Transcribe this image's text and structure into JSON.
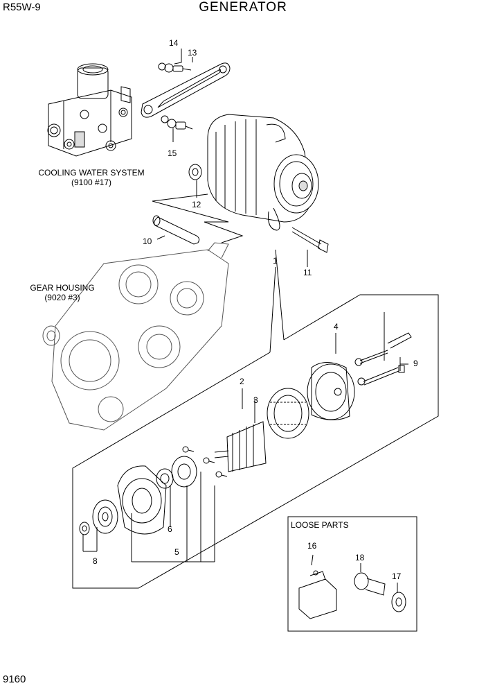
{
  "header": {
    "model": "R55W-9",
    "title": "GENERATOR"
  },
  "footer": {
    "page_number": "9160"
  },
  "references": {
    "cooling": {
      "line1": "COOLING WATER SYSTEM",
      "line2": "(9100 #17)"
    },
    "gear": {
      "line1": "GEAR HOUSING",
      "line2": "(9020 #3)"
    }
  },
  "loose_parts": {
    "title": "LOOSE PARTS"
  },
  "callouts": {
    "p1": "1",
    "p2": "2",
    "p3": "3",
    "p4": "4",
    "p5": "5",
    "p6": "6",
    "p8": "8",
    "p9": "9",
    "p10": "10",
    "p11": "11",
    "p12": "12",
    "p13": "13",
    "p14": "14",
    "p15": "15",
    "p16": "16",
    "p17": "17",
    "p18": "18"
  }
}
